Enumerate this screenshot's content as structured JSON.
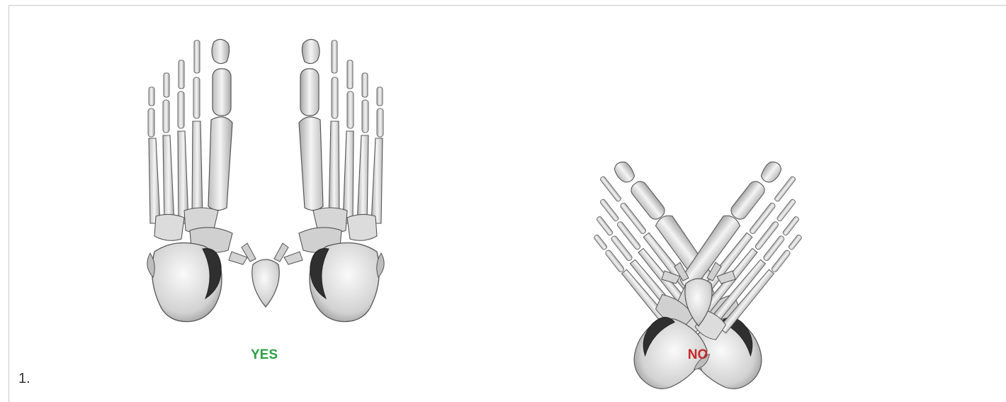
{
  "figures": [
    {
      "caption": "YES",
      "caption_color": "#2ea043",
      "description_icon": "foot-bones-parallel-icon"
    },
    {
      "caption": "NO",
      "caption_color": "#c62828",
      "description_icon": "foot-bones-splayed-icon"
    }
  ],
  "item_number": "1.",
  "colors": {
    "bone": "#e8e8e8",
    "bone_stroke": "#5a5a5a",
    "shadow": "#2f2f2f"
  }
}
